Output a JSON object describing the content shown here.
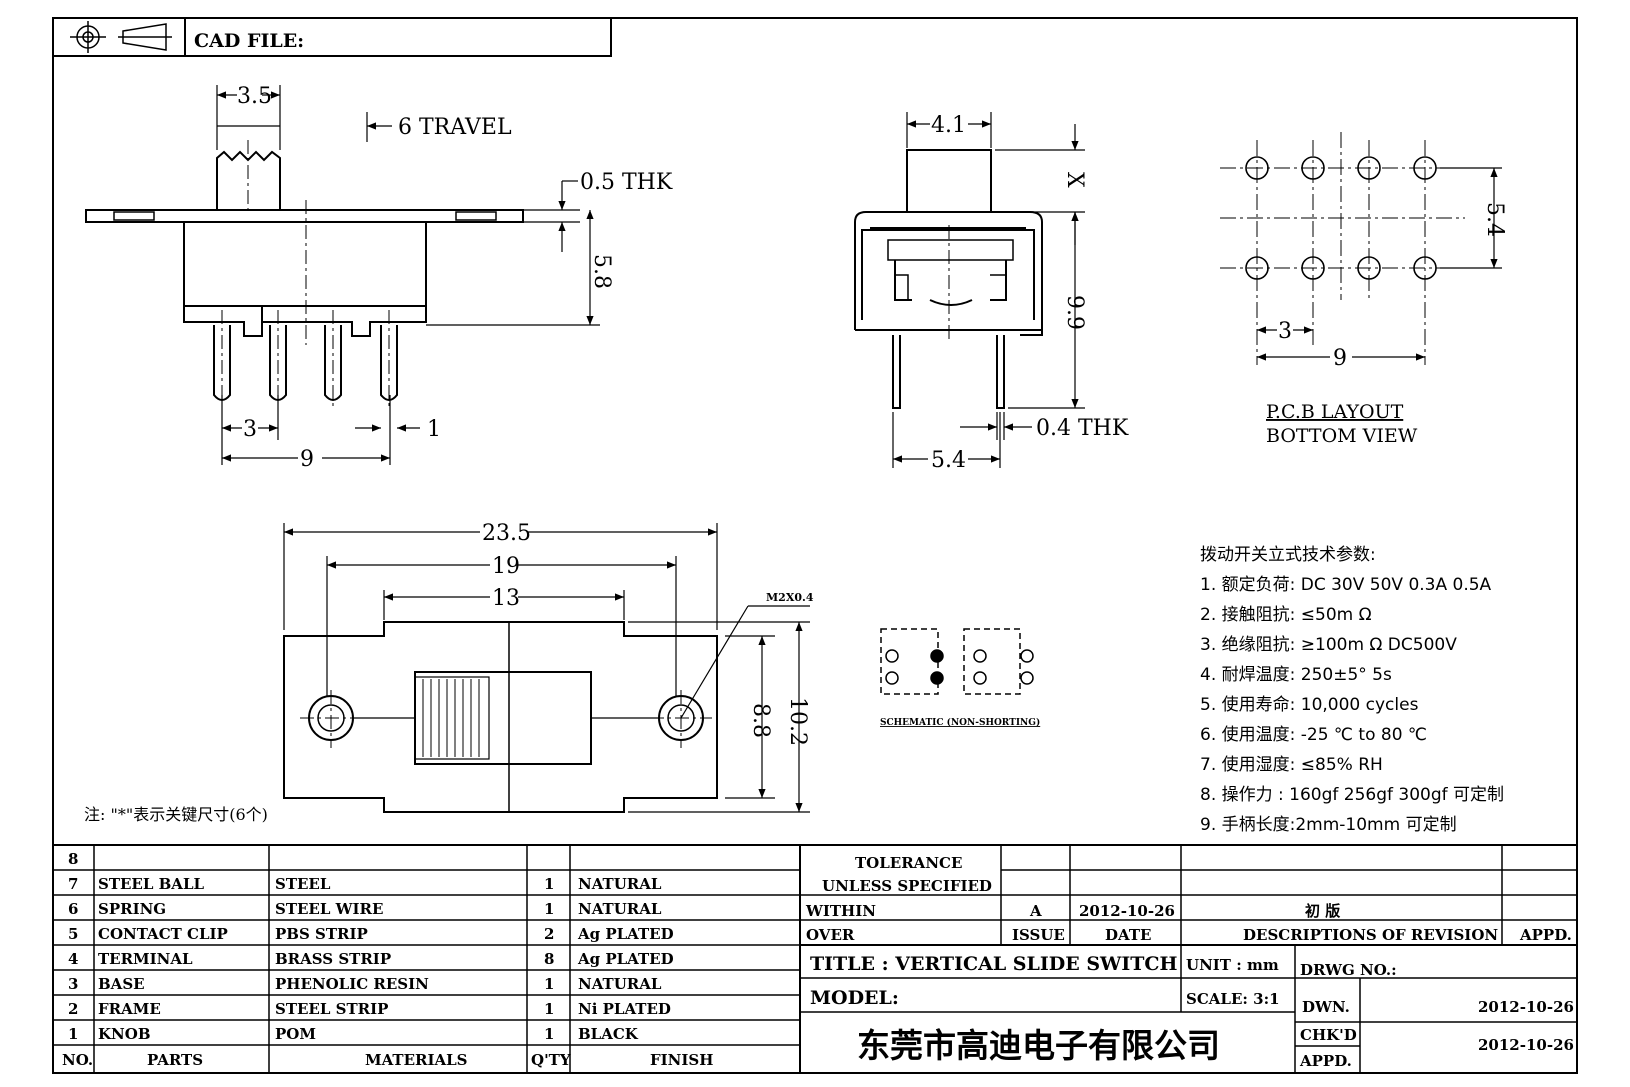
{
  "header": {
    "cad_file_label": "CAD FILE:"
  },
  "views": {
    "front": {
      "d_3_5": "3.5",
      "travel": "6 TRAVEL",
      "thk_0_5": "0.5 THK",
      "d_5_8": "5.8",
      "pitch": "3",
      "pin_d": "1",
      "span": "9"
    },
    "side": {
      "d_4_1": "4.1",
      "x": "X",
      "d_9_9": "9.9",
      "thk_0_4": "0.4 THK",
      "d_5_4": "5.4"
    },
    "pcb": {
      "d_5_4": "5.4",
      "pitch": "3",
      "span": "9",
      "title": "P.C.B LAYOUT",
      "subtitle": "BOTTOM VIEW"
    },
    "top": {
      "d_23_5": "23.5",
      "d_19": "19",
      "d_13": "13",
      "d_8_8": "8.8",
      "d_10_2": "10.2",
      "screw": "M2X0.4"
    },
    "schematic": {
      "label": "SCHEMATIC (NON-SHORTING)"
    },
    "note": "注: \"*\"表示关键尺寸(6个)"
  },
  "specs": {
    "title": "拨动开关立式技术参数:",
    "items": [
      "1.  额定负荷: DC 30V    50V    0.3A    0.5A",
      "2.  接触阻抗:  ≤50m Ω",
      "3.  绝缘阻抗:  ≥100m Ω    DC500V",
      "4.  耐焊温度: 250±5° 5s",
      "5.  使用寿命: 10,000 cycles",
      "6.  使用温度: -25  ℃  to 80  ℃",
      "7.  使用湿度:  ≤85% RH",
      "8.  操作力 : 160gf    256gf    300gf   可定制",
      "9.  手柄长度:2mm-10mm   可定制"
    ]
  },
  "bom": {
    "headers": {
      "no": "NO.",
      "parts": "PARTS",
      "materials": "MATERIALS",
      "qty": "Q'TY",
      "finish": "FINISH"
    },
    "rows": [
      {
        "no": "8",
        "part": "",
        "material": "",
        "qty": "",
        "finish": ""
      },
      {
        "no": "7",
        "part": "STEEL BALL",
        "material": "STEEL",
        "qty": "1",
        "finish": "NATURAL"
      },
      {
        "no": "6",
        "part": "SPRING",
        "material": "STEEL WIRE",
        "qty": "1",
        "finish": "NATURAL"
      },
      {
        "no": "5",
        "part": "CONTACT CLIP",
        "material": "PBS STRIP",
        "qty": "2",
        "finish": "Ag PLATED"
      },
      {
        "no": "4",
        "part": "TERMINAL",
        "material": "BRASS STRIP",
        "qty": "8",
        "finish": "Ag PLATED"
      },
      {
        "no": "3",
        "part": "BASE",
        "material": "PHENOLIC RESIN",
        "qty": "1",
        "finish": "NATURAL"
      },
      {
        "no": "2",
        "part": "FRAME",
        "material": "STEEL STRIP",
        "qty": "1",
        "finish": "Ni PLATED"
      },
      {
        "no": "1",
        "part": "KNOB",
        "material": "POM",
        "qty": "1",
        "finish": "BLACK"
      }
    ]
  },
  "title_block": {
    "tolerance": "TOLERANCE",
    "unless": "UNLESS   SPECIFIED",
    "within": "WITHIN",
    "over": "OVER",
    "rev_issue": "A",
    "rev_date": "2012-10-26",
    "rev_desc": "初   版",
    "issue_label": "ISSUE",
    "date_label": "DATE",
    "desc_label": "DESCRIPTIONS  OF  REVISION",
    "appd_label": "APPD.",
    "title": "TITLE :   VERTICAL  SLIDE  SWITCH",
    "unit": "UNIT :   mm",
    "drwg_no": "DRWG NO.:",
    "model": "MODEL:",
    "scale": "SCALE:   3:1",
    "dwn_label": "DWN.",
    "dwn_date": "2012-10-26",
    "chkd_label": "CHK'D",
    "chkd_date": "2012-10-26",
    "appd2_label": "APPD.",
    "company": "东莞市高迪电子有限公司"
  }
}
